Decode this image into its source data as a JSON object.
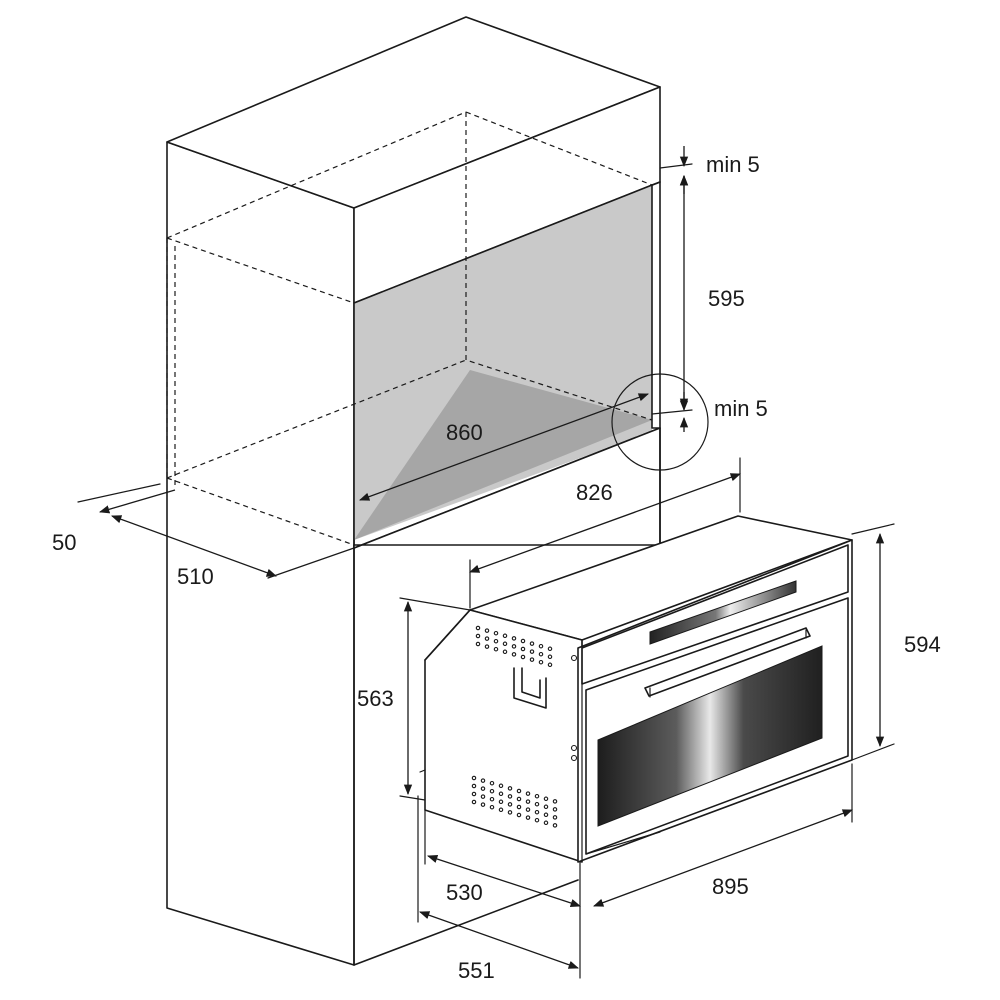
{
  "dimensions": {
    "min_top": "min 5",
    "niche_height": "595",
    "min_bottom": "min 5",
    "niche_width": "860",
    "oven_width_body": "826",
    "gap_depth": "50",
    "cabinet_depth": "510",
    "oven_height": "594",
    "oven_body_height": "563",
    "oven_body_depth": "530",
    "oven_front_width": "895",
    "oven_total_depth": "551"
  },
  "colors": {
    "niche_back": "#c9c9c9",
    "niche_floor": "#a6a6a6",
    "glass_light": "#e6e6e6",
    "glass_dark": "#2a2a2a"
  }
}
